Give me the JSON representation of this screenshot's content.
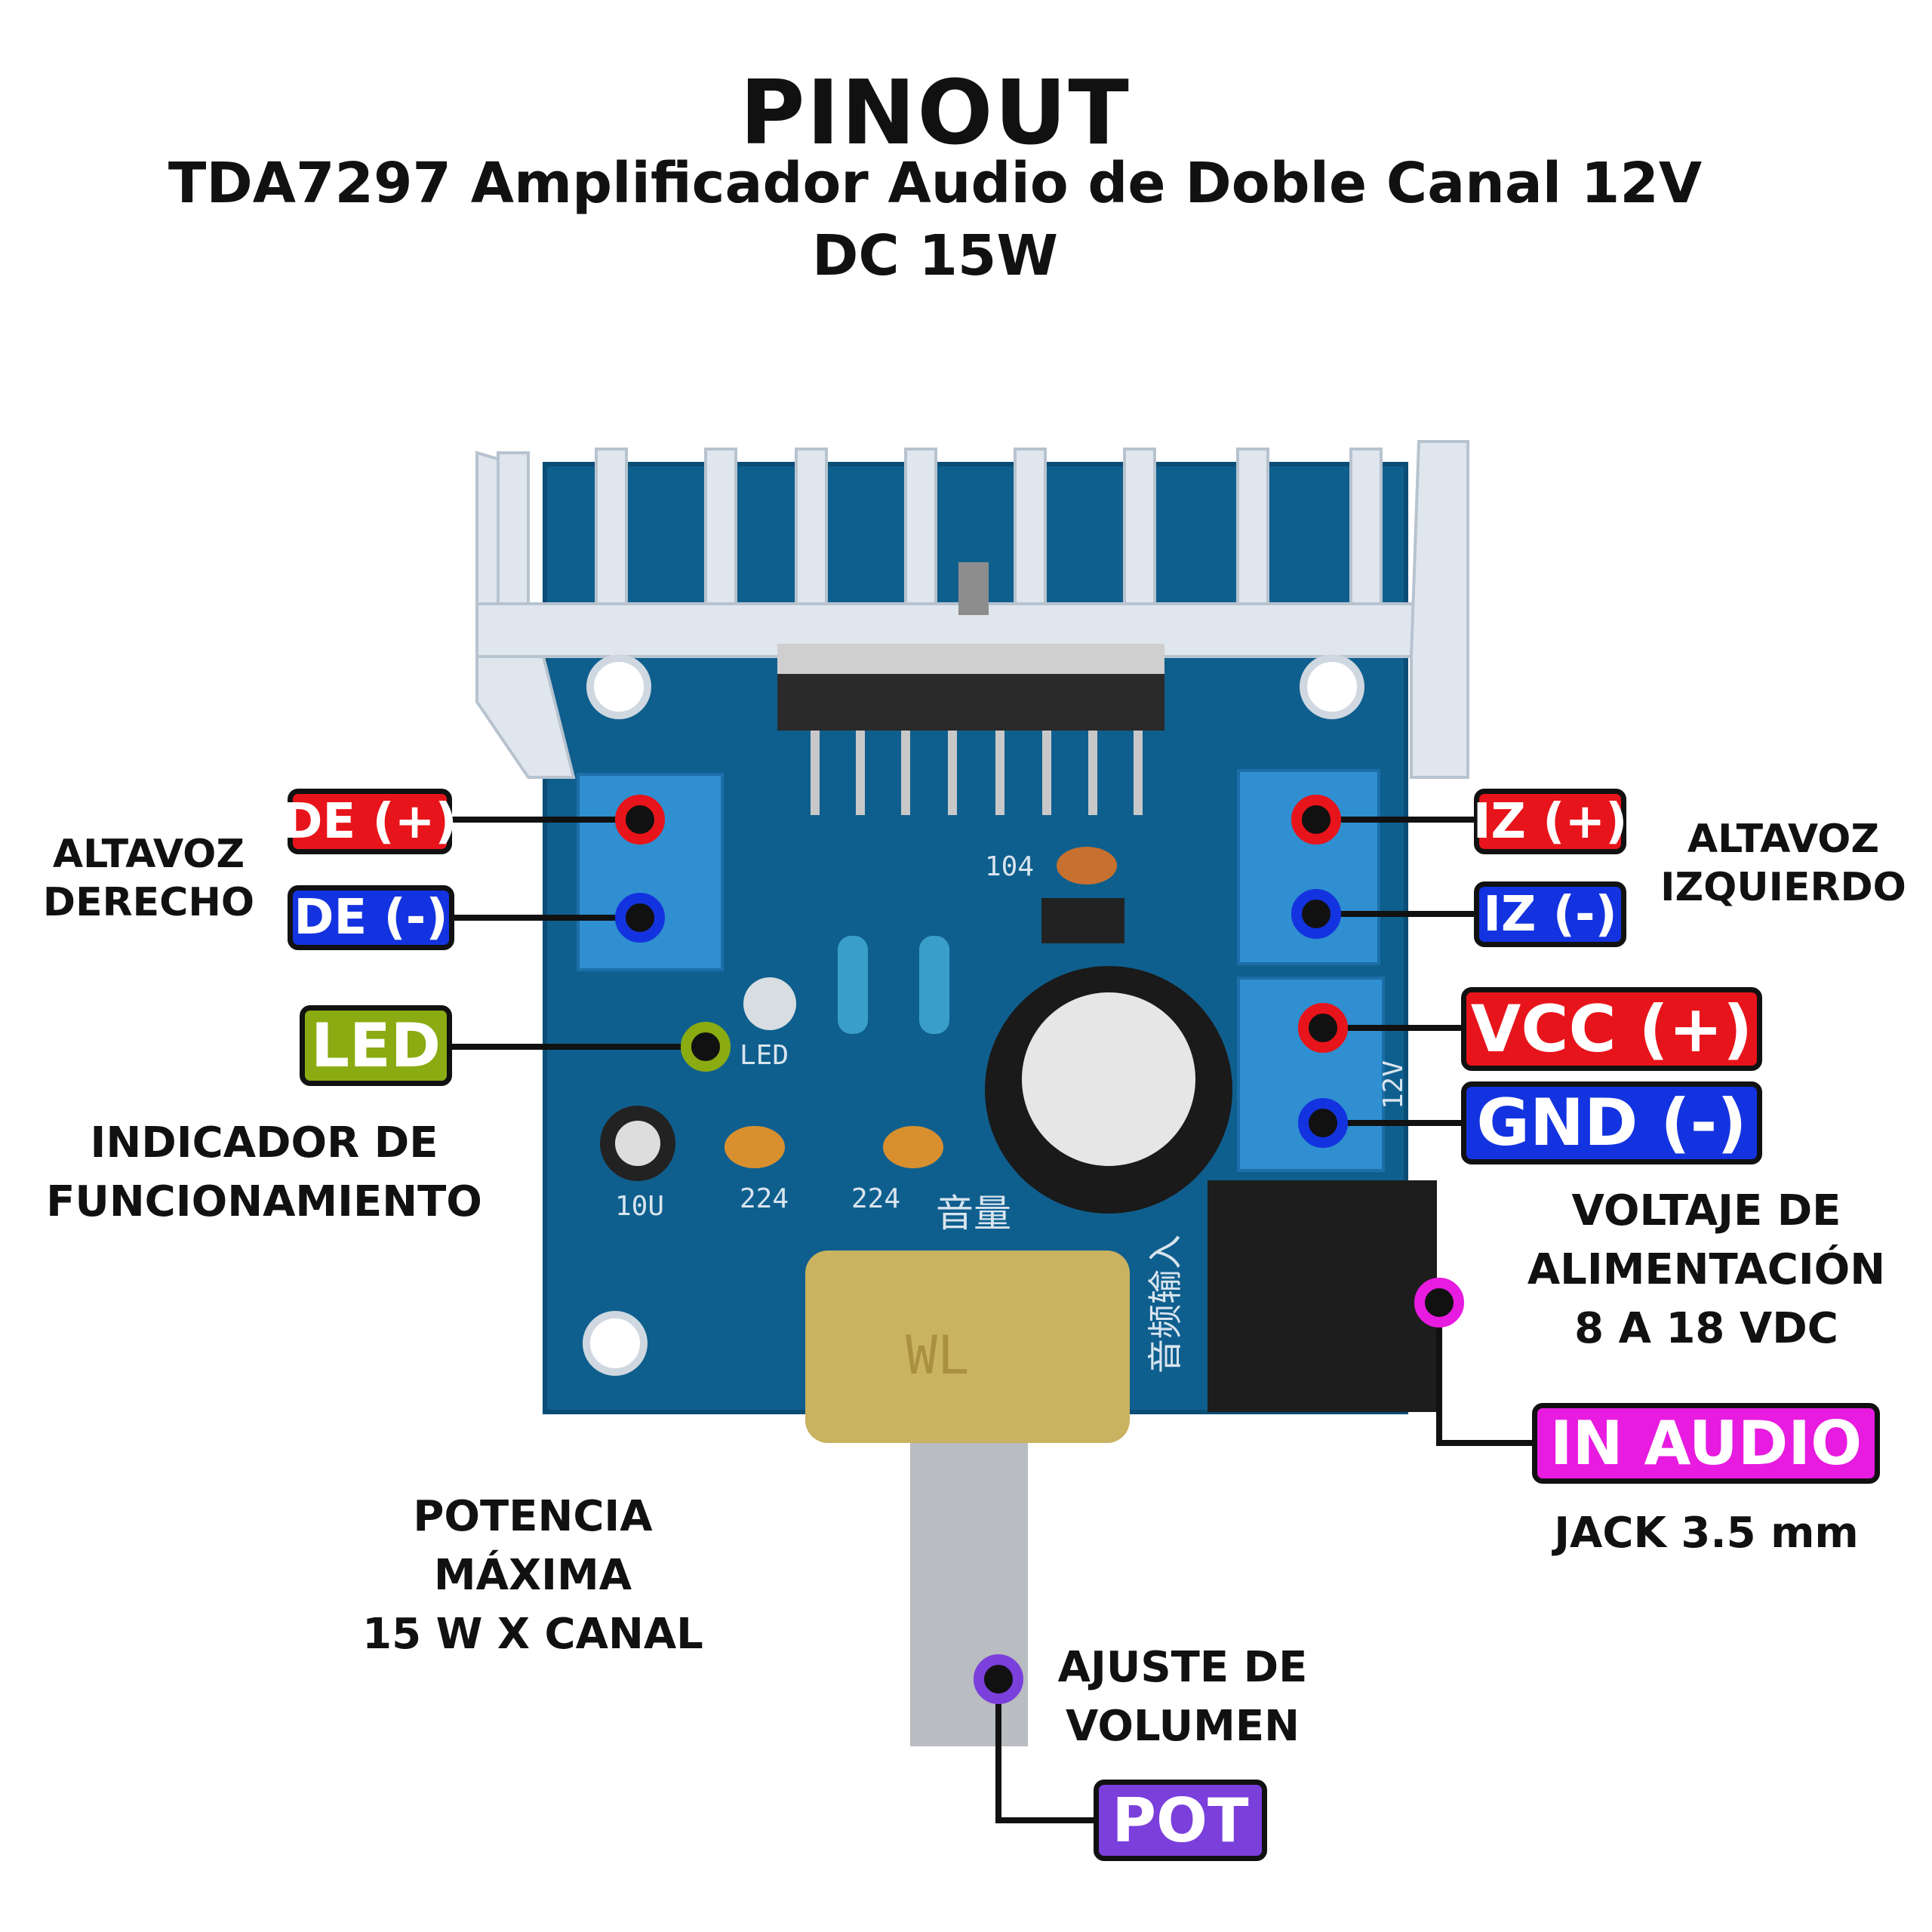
{
  "header": {
    "title": "PINOUT",
    "subtitle_line1": "TDA7297 Amplificador Audio de Doble Canal 12V",
    "subtitle_line2": "DC 15W"
  },
  "pins": {
    "de_plus": "DE (+)",
    "de_minus": "DE (-)",
    "led": "LED",
    "iz_plus": "IZ (+)",
    "iz_minus": "IZ (-)",
    "vcc": "VCC (+)",
    "gnd": "GND (-)",
    "in_audio": "IN AUDIO",
    "pot": "POT"
  },
  "captions": {
    "right_speaker": [
      "ALTAVOZ",
      "DERECHO"
    ],
    "left_speaker": [
      "ALTAVOZ",
      "IZQUIERDO"
    ],
    "indicator": [
      "INDICADOR DE",
      "FUNCIONAMIENTO"
    ],
    "supply": [
      "VOLTAJE DE",
      "ALIMENTACIÓN",
      "8 A 18 VDC"
    ],
    "jack": "JACK 3.5 mm",
    "power": [
      "POTENCIA",
      "MÁXIMA",
      "15 W X CANAL"
    ],
    "volume": [
      "AJUSTE DE",
      "VOLUMEN"
    ]
  },
  "board_silkscreen": {
    "cap104": "104",
    "led": "LED",
    "cap10u": "10U",
    "cap224a": "224",
    "cap224b": "224",
    "volume_cn": "音量",
    "input_cn": "音频输入",
    "v12": "12V",
    "pot_brand": "WL"
  },
  "colors": {
    "red": "#e8141b",
    "blue": "#1433e0",
    "green": "#8aab12",
    "magenta": "#e81be0",
    "purple": "#7b3fdc",
    "pcb": "#0f5f8e"
  }
}
